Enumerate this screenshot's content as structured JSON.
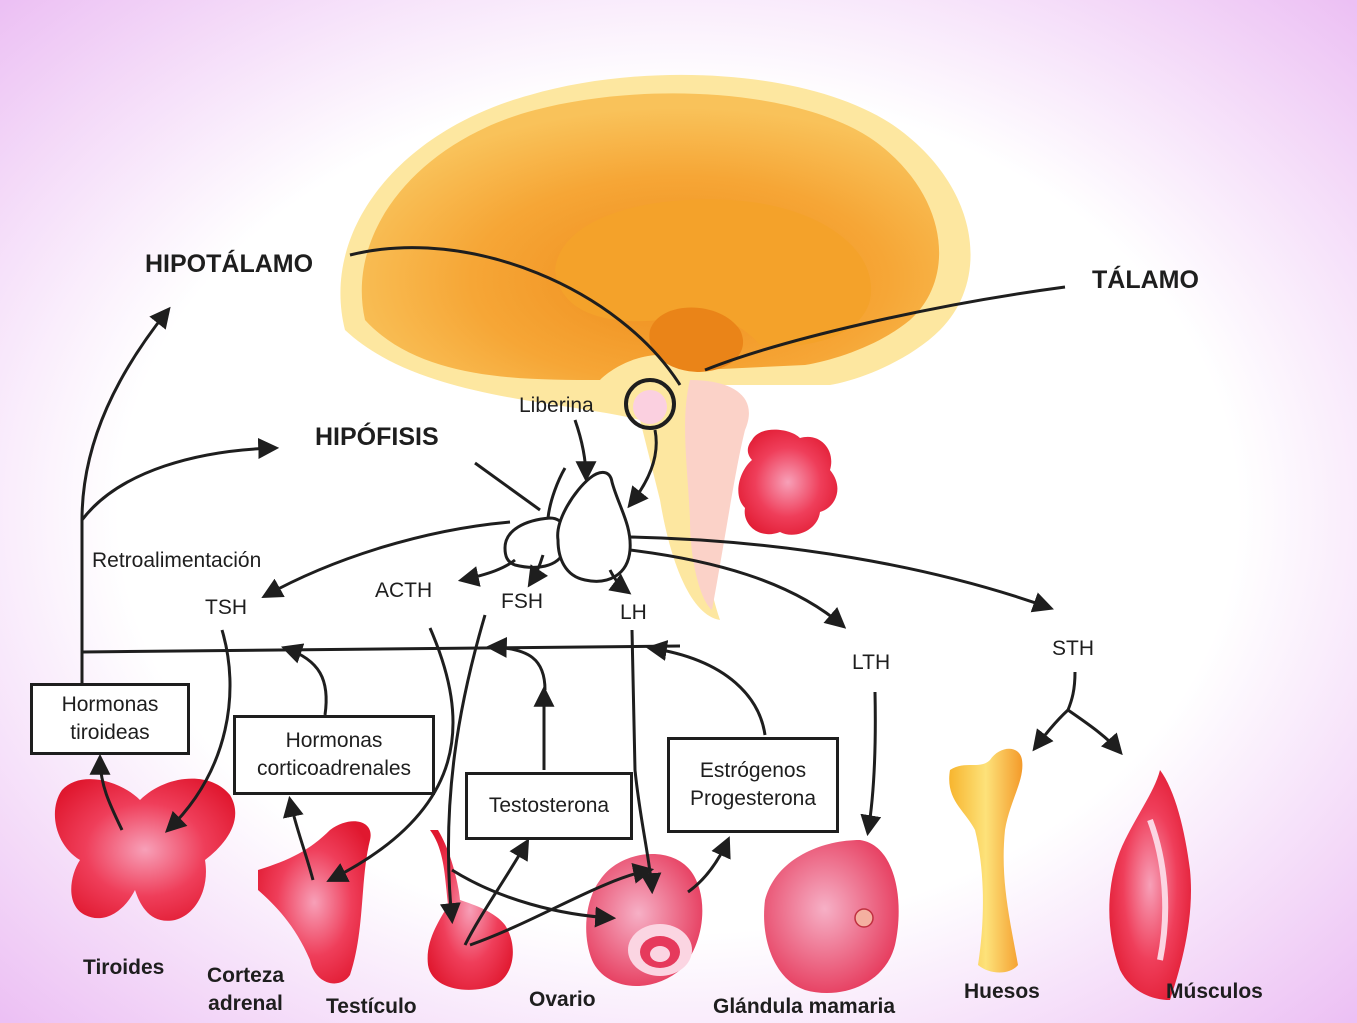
{
  "labels": {
    "hipotalamo": "HIPOTÁLAMO",
    "talamo": "TÁLAMO",
    "hipofisis": "HIPÓFISIS",
    "liberina": "Liberina",
    "retroalimentacion": "Retroalimentación"
  },
  "hormones": {
    "tsh": "TSH",
    "acth": "ACTH",
    "fsh": "FSH",
    "lh": "LH",
    "lth": "LTH",
    "sth": "STH"
  },
  "boxes": {
    "hormonas_tiroideas": "Hormonas\ntiroideas",
    "hormonas_corticoadrenales": "Hormonas\ncorticoadrenales",
    "testosterona": "Testosterona",
    "estrogenos_progesterona": "Estrógenos\nProgesterona"
  },
  "organs": {
    "tiroides": "Tiroides",
    "corteza_adrenal": "Corteza\nadrenal",
    "testiculo": "Testículo",
    "ovario": "Ovario",
    "glandula_mamaria": "Glándula mamaria",
    "huesos": "Huesos",
    "musculos": "Músculos"
  },
  "colors": {
    "ink": "#1e1e1e",
    "brain_outer": "#fcd878",
    "brain_mid": "#f6a636",
    "brain_core": "#ee8c1c",
    "gland_red": "#e8203a",
    "gland_pink": "#f07aa0",
    "background_tint": "#e9b6f2"
  }
}
